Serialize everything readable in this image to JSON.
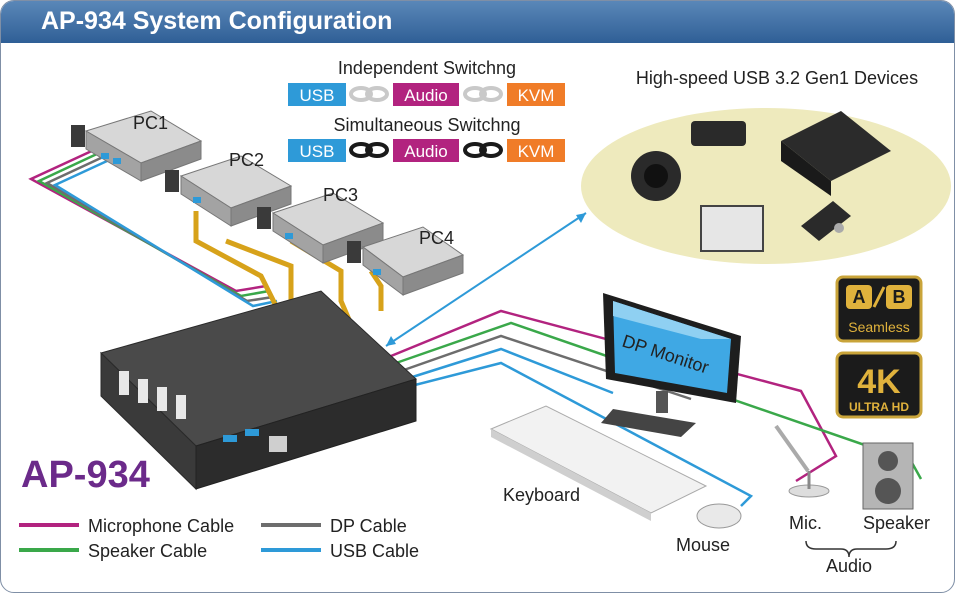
{
  "header": {
    "title": "AP-934 System Configuration"
  },
  "product_name": "AP-934",
  "switching": {
    "independent": {
      "title": "Independent Switchng",
      "chips": [
        "USB",
        "Audio",
        "KVM"
      ]
    },
    "simultaneous": {
      "title": "Simultaneous Switchng",
      "chips": [
        "USB",
        "Audio",
        "KVM"
      ]
    }
  },
  "pcs": [
    "PC1",
    "PC2",
    "PC3",
    "PC4"
  ],
  "usb_devices_label": "High-speed USB 3.2 Gen1 Devices",
  "monitor_label": "DP Monitor",
  "keyboard_label": "Keyboard",
  "mouse_label": "Mouse",
  "mic_label": "Mic.",
  "speaker_label": "Speaker",
  "audio_label": "Audio",
  "badges": {
    "seamless": {
      "top": "A",
      "bottom": "B",
      "label": "Seamless"
    },
    "uhd": {
      "big": "4K",
      "label": "ULTRA HD"
    }
  },
  "legend": [
    {
      "label": "Microphone Cable",
      "color": "#b2237f"
    },
    {
      "label": "Speaker Cable",
      "color": "#3aa84a"
    },
    {
      "label": "DP Cable",
      "color": "#6d6d6d"
    },
    {
      "label": "USB Cable",
      "color": "#2e9ad8"
    }
  ],
  "colors": {
    "usb": "#2e9ad8",
    "audio": "#b2237f",
    "kvm": "#f07c28",
    "mic": "#b2237f",
    "speaker": "#3aa84a",
    "dp": "#6d6d6d",
    "kvm_link": "#d7a21a"
  }
}
